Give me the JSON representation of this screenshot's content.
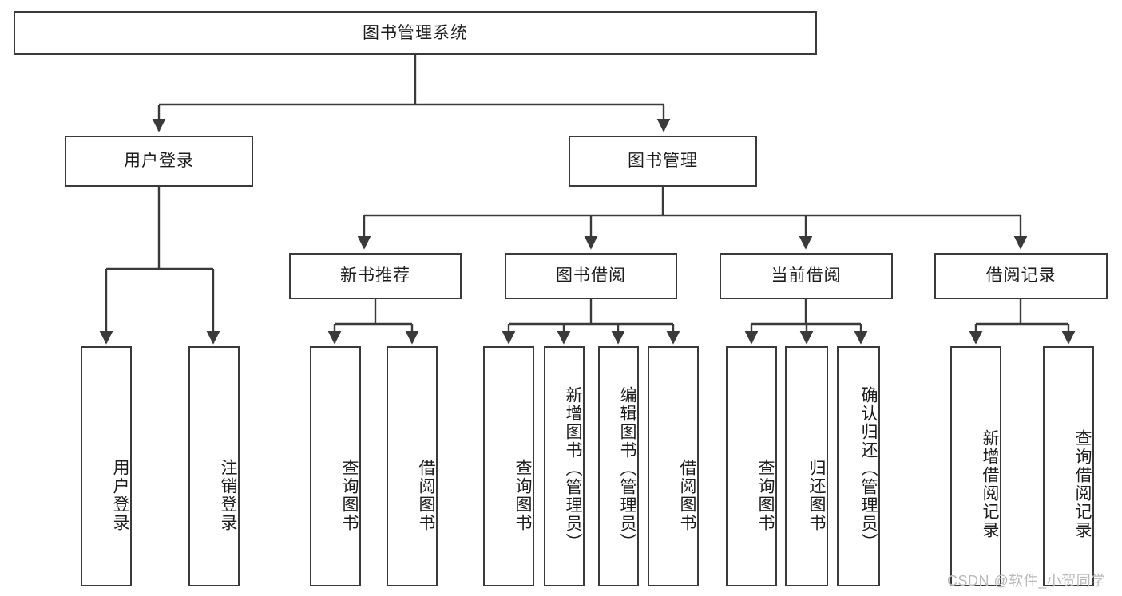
{
  "diagram": {
    "title": "图书管理系统",
    "type": "hierarchy-tree",
    "root": {
      "id": "root",
      "label": "图书管理系统",
      "orientation": "horizontal"
    },
    "level2": [
      {
        "id": "user-login",
        "label": "用户登录",
        "orientation": "horizontal"
      },
      {
        "id": "book-management",
        "label": "图书管理",
        "orientation": "horizontal"
      }
    ],
    "level3": [
      {
        "id": "new-book-recommend",
        "label": "新书推荐",
        "orientation": "horizontal",
        "parent": "book-management"
      },
      {
        "id": "book-borrow",
        "label": "图书借阅",
        "orientation": "horizontal",
        "parent": "book-management"
      },
      {
        "id": "current-borrow",
        "label": "当前借阅",
        "orientation": "horizontal",
        "parent": "book-management"
      },
      {
        "id": "borrow-record",
        "label": "借阅记录",
        "orientation": "horizontal",
        "parent": "book-management"
      }
    ],
    "leaves": [
      {
        "id": "leaf-user-login",
        "label": "用户登录",
        "orientation": "vertical",
        "parent": "user-login"
      },
      {
        "id": "leaf-logout",
        "label": "注销登录",
        "orientation": "vertical",
        "parent": "user-login"
      },
      {
        "id": "leaf-query-book-1",
        "label": "查询图书",
        "orientation": "vertical",
        "parent": "new-book-recommend"
      },
      {
        "id": "leaf-borrow-book-1",
        "label": "借阅图书",
        "orientation": "vertical",
        "parent": "new-book-recommend"
      },
      {
        "id": "leaf-query-book-2",
        "label": "查询图书",
        "orientation": "vertical",
        "parent": "book-borrow"
      },
      {
        "id": "leaf-add-book",
        "label": "新增图书（管理员）",
        "orientation": "vertical",
        "parent": "book-borrow"
      },
      {
        "id": "leaf-edit-book",
        "label": "编辑图书（管理员）",
        "orientation": "vertical",
        "parent": "book-borrow"
      },
      {
        "id": "leaf-borrow-book-2",
        "label": "借阅图书",
        "orientation": "vertical",
        "parent": "book-borrow"
      },
      {
        "id": "leaf-query-book-3",
        "label": "查询图书",
        "orientation": "vertical",
        "parent": "current-borrow"
      },
      {
        "id": "leaf-return-book",
        "label": "归还图书",
        "orientation": "vertical",
        "parent": "current-borrow"
      },
      {
        "id": "leaf-confirm-return",
        "label": "确认归还（管理员）",
        "orientation": "vertical",
        "parent": "current-borrow"
      },
      {
        "id": "leaf-add-record",
        "label": "新增借阅记录",
        "orientation": "vertical",
        "parent": "borrow-record"
      },
      {
        "id": "leaf-query-record",
        "label": "查询借阅记录",
        "orientation": "vertical",
        "parent": "borrow-record"
      }
    ],
    "colors": {
      "stroke": "#3a3a3a",
      "fill": "#ffffff",
      "text": "#1c1c1c",
      "watermark": "#b9b9b9"
    }
  },
  "watermark": {
    "text": "CSDN @软件_小贺同学"
  }
}
